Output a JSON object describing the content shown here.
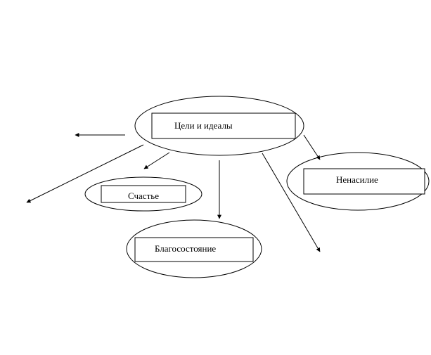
{
  "diagram": {
    "nodes": {
      "goals": {
        "label": "Цели и идеалы"
      },
      "happiness": {
        "label": "Счастье"
      },
      "wellbeing": {
        "label": "Благосостояние"
      },
      "nonviolence": {
        "label": "Ненасилие"
      }
    },
    "colors": {
      "stroke": "#000000",
      "background": "#ffffff"
    }
  }
}
